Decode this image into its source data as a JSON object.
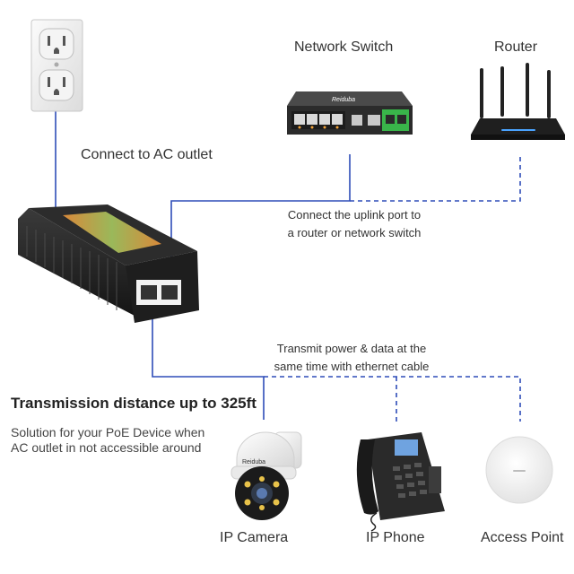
{
  "colors": {
    "line": "#2e4db8",
    "device_dark": "#2a2a2a",
    "led": "#39b54a"
  },
  "labels": {
    "network_switch": "Network Switch",
    "router": "Router",
    "ac_outlet": "Connect to AC outlet",
    "uplink_line1": "Connect the uplink port to",
    "uplink_line2": "a router or network switch",
    "transmit_line1": "Transmit power & data at the",
    "transmit_line2": "same time with ethernet cable",
    "distance_headline": "Transmission distance up to 325ft",
    "solution_line1": "Solution for your PoE Device when",
    "solution_line2": "AC outlet in not accessible around",
    "ip_camera": "IP Camera",
    "ip_phone": "IP Phone",
    "access_point": "Access Point"
  },
  "brand": {
    "switch_logo": "Reiduba",
    "camera_logo": "Reiduba"
  },
  "icons": [
    "wall-outlet-icon",
    "network-switch-icon",
    "router-icon",
    "poe-injector-icon",
    "ip-camera-icon",
    "ip-phone-icon",
    "access-point-icon"
  ]
}
